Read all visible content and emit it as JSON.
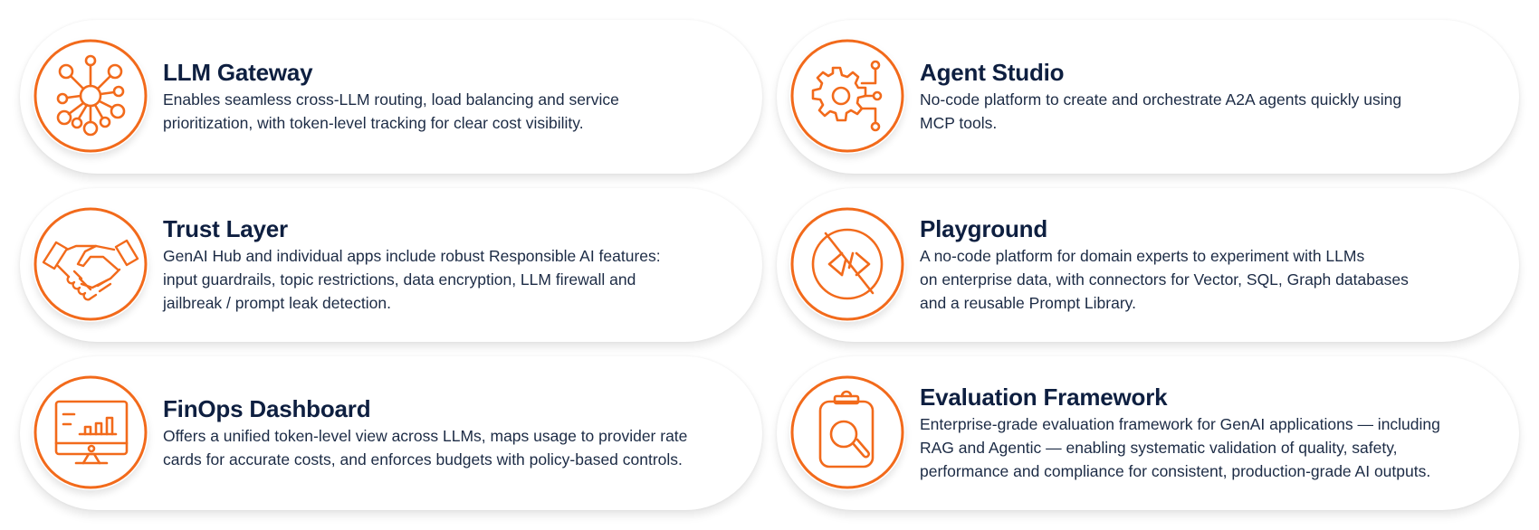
{
  "accent_color": "#f26a1b",
  "title_color": "#0e1f40",
  "cards": [
    {
      "icon": "network-hub-icon",
      "title": "LLM Gateway",
      "lines": [
        "Enables seamless cross-LLM routing, load balancing and service",
        "prioritization, with token-level tracking for clear cost visibility."
      ]
    },
    {
      "icon": "gear-circuit-icon",
      "title": "Agent Studio",
      "lines": [
        "No-code platform to create and orchestrate A2A agents quickly using",
        "MCP tools."
      ]
    },
    {
      "icon": "handshake-icon",
      "title": "Trust Layer",
      "lines": [
        "GenAI Hub and individual apps include robust Responsible AI features:",
        "input guardrails, topic restrictions, data encryption, LLM firewall and",
        "jailbreak / prompt leak detection."
      ]
    },
    {
      "icon": "code-slash-circle-icon",
      "title": "Playground",
      "lines": [
        "A no-code platform for domain experts to experiment with LLMs",
        "on enterprise data, with connectors for Vector, SQL, Graph databases",
        "and a reusable Prompt Library."
      ]
    },
    {
      "icon": "monitor-chart-icon",
      "title": "FinOps Dashboard",
      "lines": [
        "Offers a unified token-level view across LLMs, maps usage to provider rate",
        "cards for accurate costs, and enforces budgets with policy-based controls."
      ]
    },
    {
      "icon": "clipboard-magnifier-icon",
      "title": "Evaluation Framework",
      "lines": [
        "Enterprise-grade evaluation framework for GenAI applications — including",
        "RAG and Agentic — enabling systematic validation of quality, safety,",
        "performance and compliance for consistent, production-grade AI outputs."
      ]
    }
  ]
}
